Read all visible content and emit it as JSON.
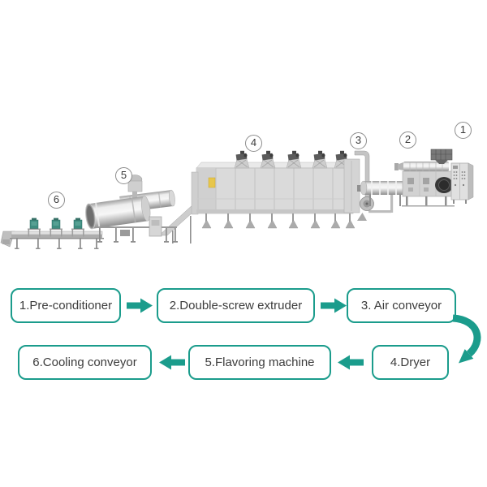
{
  "colors": {
    "accent": "#1b9c8c",
    "flow_text": "#3c3c3c",
    "machine_gray": "#d7d7d7",
    "yellow_sticker": "#e7c64b",
    "teal_unit": "#3e8d80"
  },
  "diagram": {
    "markers": [
      "1",
      "2",
      "3",
      "4",
      "5",
      "6"
    ],
    "machines": [
      "control-cabinet",
      "double-screw-extruder",
      "air-conveyor",
      "dryer",
      "flavoring-machine",
      "cooling-conveyor"
    ]
  },
  "flowchart": {
    "row1": [
      {
        "label": "1.Pre-conditioner"
      },
      {
        "label": "2.Double-screw extruder"
      },
      {
        "label": "3. Air conveyor"
      }
    ],
    "row2": [
      {
        "label": "6.Cooling conveyor"
      },
      {
        "label": "5.Flavoring machine"
      },
      {
        "label": "4.Dryer"
      }
    ]
  }
}
